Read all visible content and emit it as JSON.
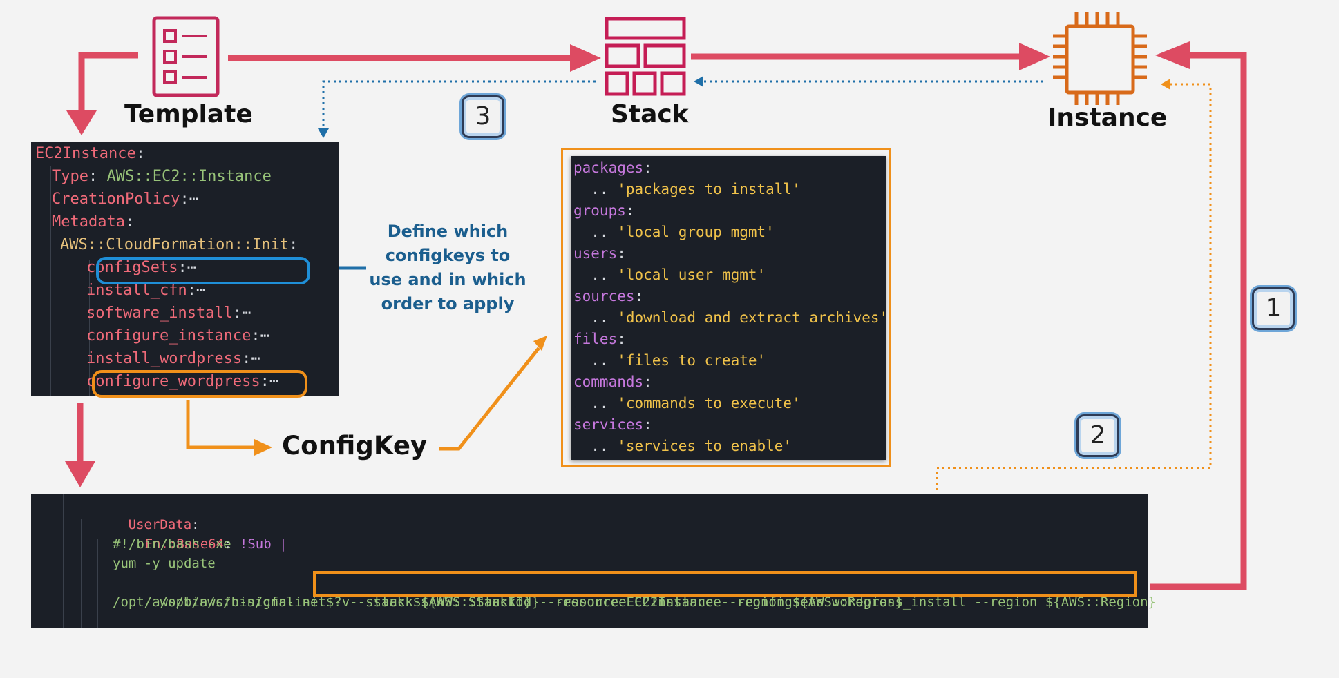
{
  "icons": {
    "template": "template-icon",
    "stack": "stack-icon",
    "instance": "instance-chip-icon"
  },
  "colors": {
    "red": "#dd4b62",
    "blue": "#1f6fa8",
    "orange": "#f0901a",
    "stack_pink": "#c51d55",
    "chip_orange": "#d86a1a"
  },
  "labels": {
    "template": "Template",
    "stack": "Stack",
    "instance": "Instance",
    "configkey": "ConfigKey",
    "note": "Define which configkeys to use and in which order  to apply"
  },
  "badges": {
    "one": "1",
    "two": "2",
    "three": "3"
  },
  "template_code": [
    {
      "key": "EC2Instance",
      "sep": ":",
      "val": ""
    },
    {
      "key": "Type",
      "sep": ": ",
      "val": "AWS::EC2::Instance"
    },
    {
      "key": "CreationPolicy",
      "sep": ":",
      "val": "⋯"
    },
    {
      "key": "Metadata",
      "sep": ":",
      "val": ""
    },
    {
      "key": "AWS::CloudFormation::Init",
      "sep": ":",
      "val": ""
    },
    {
      "key": "configSets",
      "sep": ":",
      "val": "⋯"
    },
    {
      "key": "install_cfn",
      "sep": ":",
      "val": "⋯"
    },
    {
      "key": "software_install",
      "sep": ":",
      "val": "⋯"
    },
    {
      "key": "configure_instance",
      "sep": ":",
      "val": "⋯"
    },
    {
      "key": "install_wordpress",
      "sep": ":",
      "val": "⋯"
    },
    {
      "key": "configure_wordpress",
      "sep": ":",
      "val": "⋯"
    }
  ],
  "config_code": [
    {
      "key": "packages",
      "sep": ":",
      "str": ""
    },
    {
      "key": "",
      "sep": "  .. ",
      "str": "'packages to install'"
    },
    {
      "key": "groups",
      "sep": ":",
      "str": ""
    },
    {
      "key": "",
      "sep": "  .. ",
      "str": "'local group mgmt'"
    },
    {
      "key": "users",
      "sep": ":",
      "str": ""
    },
    {
      "key": "",
      "sep": "  .. ",
      "str": "'local user mgmt'"
    },
    {
      "key": "sources",
      "sep": ":",
      "str": ""
    },
    {
      "key": "",
      "sep": "  .. ",
      "str": "'download and extract archives'"
    },
    {
      "key": "files",
      "sep": ":",
      "str": ""
    },
    {
      "key": "",
      "sep": "  .. ",
      "str": "'files to create'"
    },
    {
      "key": "commands",
      "sep": ":",
      "str": ""
    },
    {
      "key": "",
      "sep": "  .. ",
      "str": "'commands to execute'"
    },
    {
      "key": "services",
      "sep": ":",
      "str": ""
    },
    {
      "key": "",
      "sep": "  .. ",
      "str": "'services to enable'"
    }
  ],
  "userdata": {
    "key": "UserData",
    "fn_key": "Fn::Base64",
    "fn_val": "!Sub |",
    "line1": "#!/bin/bash -xe",
    "line2": "yum -y update",
    "cfn_init_prefix": "/opt/aws/bin/cfn-init -v ",
    "cfn_init_args": "--stack ${AWS::StackId} --resource EC2Instance --configsets wordpress_install --region ${AWS::Region}",
    "cfn_signal": "/opt/aws/bin/cfn-signal -e $? --stack ${AWS::StackId} --resource EC2Instance --region ${AWS::Region}"
  }
}
